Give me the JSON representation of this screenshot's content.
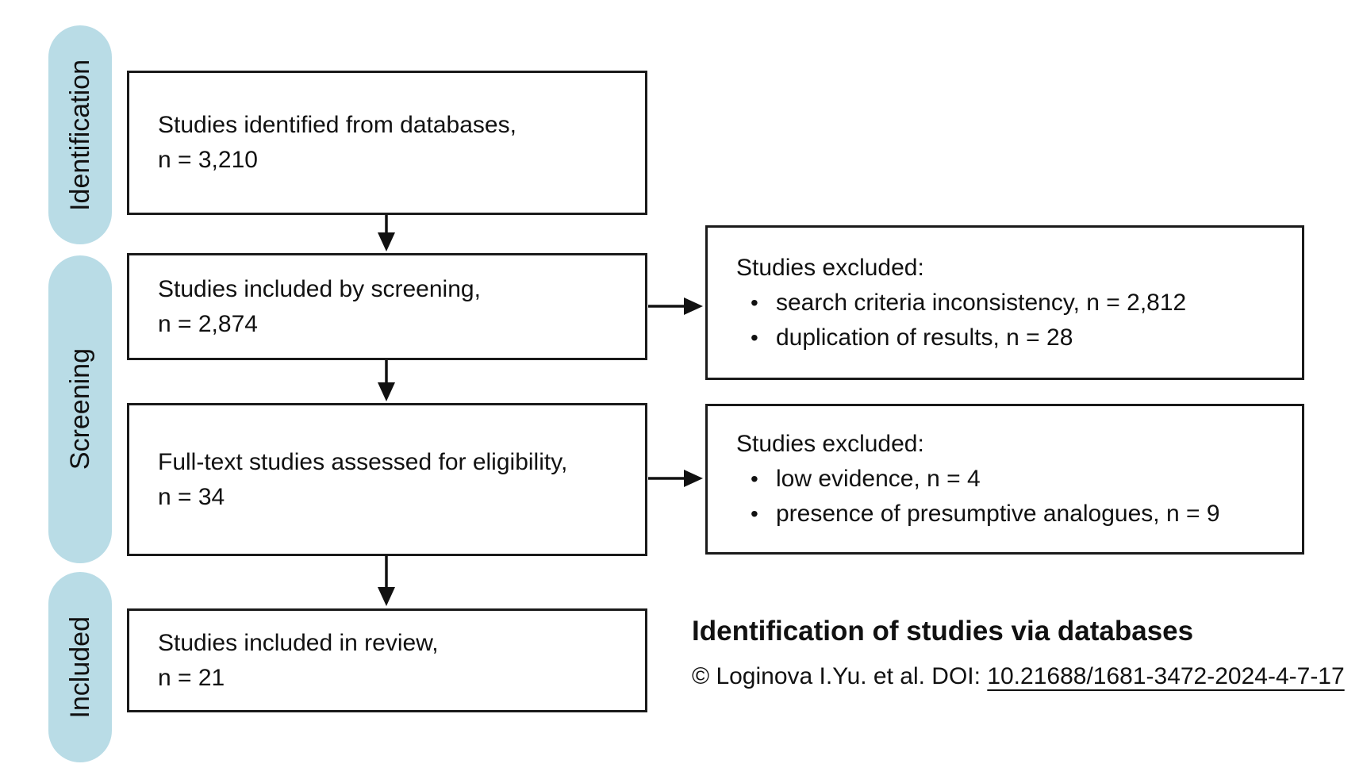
{
  "figure": {
    "bullet_char": "•",
    "stages": [
      {
        "label": "Identification"
      },
      {
        "label": "Screening"
      },
      {
        "label": "Included"
      }
    ],
    "flow_boxes": [
      {
        "text": "Studies identified from databases,",
        "count": "n = 3,210"
      },
      {
        "text": "Studies included by screening,",
        "count": "n = 2,874"
      },
      {
        "text": "Full-text studies assessed for eligibility,",
        "count": "n = 34"
      },
      {
        "text": "Studies included in review,",
        "count": "n = 21"
      }
    ],
    "exclusion_boxes": [
      {
        "title": "Studies excluded:",
        "items": [
          "search criteria inconsistency, n = 2,812",
          "duplication of results, n = 28"
        ]
      },
      {
        "title": "Studies excluded:",
        "items": [
          "low evidence, n = 4",
          "presence of presumptive analogues, n = 9"
        ]
      }
    ],
    "caption": {
      "title": "Identification of studies via databases",
      "credit_prefix": "© Loginova I.Yu. et al. DOI: ",
      "doi": "10.21688/1681-3472-2024-4-7-17"
    },
    "colors": {
      "stage_pill_fill": "#b9dce6",
      "border": "#1a1a1a",
      "text": "#111111",
      "background": "#ffffff"
    }
  }
}
